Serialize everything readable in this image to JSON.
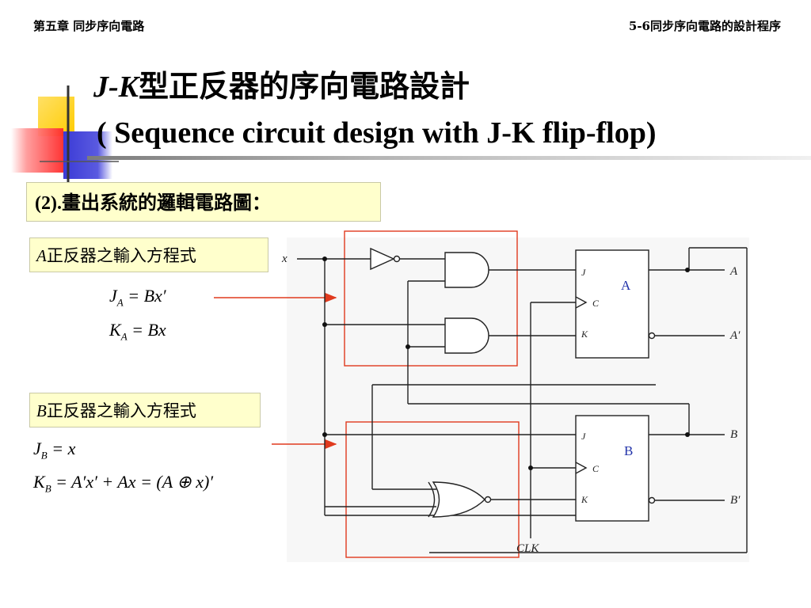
{
  "header": {
    "chapter": "第五章 同步序向電路",
    "section": "5-6同步序向電路的設計程序"
  },
  "title": {
    "jk": "J-K",
    "zh": "型正反器的序向電路設計",
    "en": "( Sequence circuit design with J-K flip-flop)"
  },
  "step": {
    "num": "(2).",
    "text": "畫出系統的邏輯電路圖："
  },
  "flipflop_a": {
    "var": "A",
    "label": "正反器之輸入方程式",
    "eq_j": {
      "lhs": "J",
      "sub": "A",
      "rhs": "= Bx′"
    },
    "eq_k": {
      "lhs": "K",
      "sub": "A",
      "rhs": "= Bx"
    }
  },
  "flipflop_b": {
    "var": "B",
    "label": "正反器之輸入方程式",
    "eq_j": {
      "lhs": "J",
      "sub": "B",
      "rhs": "= x"
    },
    "eq_k": {
      "lhs": "K",
      "sub": "B",
      "rhs": "= A′x′ + Ax = (A ⊕ x)′"
    }
  },
  "circuit": {
    "input_x": "x",
    "clk": "CLK",
    "ff_a_name": "A",
    "ff_b_name": "B",
    "pin_j": "J",
    "pin_c": "C",
    "pin_k": "K",
    "out_a": "A",
    "out_a_bar": "A′",
    "out_b": "B",
    "out_b_bar": "B′"
  },
  "colors": {
    "accent_yellow": "#ffcc00",
    "accent_red": "#ff3333",
    "accent_blue": "#3333cc",
    "highlight_box": "#e03a1e",
    "arrow": "#e03a1e",
    "label_bg": "#ffffcc",
    "ff_name": "#2233aa"
  }
}
